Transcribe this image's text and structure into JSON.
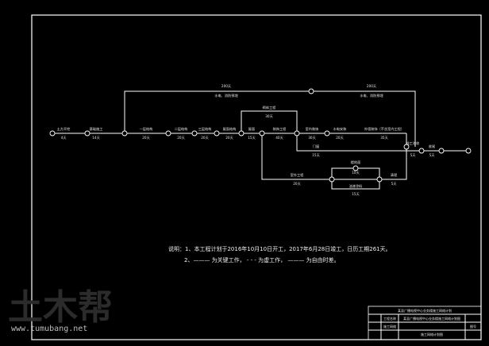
{
  "nodes": [
    "n1",
    "n2",
    "n3",
    "n4",
    "n5",
    "n6",
    "n7",
    "n8",
    "n9",
    "n10",
    "n11",
    "n12",
    "n13",
    "n14",
    "n15",
    "n16"
  ],
  "activities": [
    {
      "id": "a1",
      "top": "土方开挖",
      "bottom": "4天"
    },
    {
      "id": "a2",
      "top": "基础施工",
      "bottom": "14天"
    },
    {
      "id": "a3",
      "top": "一层结构",
      "bottom": "20天"
    },
    {
      "id": "a4",
      "top": "二层结构",
      "bottom": "20天"
    },
    {
      "id": "a5",
      "top": "三层结构",
      "bottom": "20天"
    },
    {
      "id": "a6",
      "top": "屋面结构",
      "bottom": "20天"
    },
    {
      "id": "a7",
      "top": "砌体工程",
      "bottom": "30天"
    },
    {
      "id": "a8",
      "top": "屋面",
      "bottom": "15天"
    },
    {
      "id": "a9",
      "top": "装饰工程",
      "bottom": "40天"
    },
    {
      "id": "a10",
      "top": "室内装饰",
      "bottom": "30天"
    },
    {
      "id": "a11",
      "top": "水电安装",
      "bottom": "20天"
    },
    {
      "id": "a12",
      "top": "外墙装饰（不含室内工程）",
      "bottom": "35天"
    },
    {
      "id": "a13",
      "top": "门窗",
      "bottom": "15天"
    },
    {
      "id": "a14",
      "top": "室外工程",
      "bottom": "20天"
    },
    {
      "id": "a15",
      "top": "楼地面",
      "bottom": "10天"
    },
    {
      "id": "a16",
      "top": "油漆涂料",
      "bottom": "15天"
    },
    {
      "id": "a17",
      "top": "清理",
      "bottom": "5天"
    },
    {
      "id": "a18",
      "top": "竣工验收",
      "bottom": "5天"
    },
    {
      "id": "a19",
      "top": "收尾",
      "bottom": "5天"
    }
  ],
  "top_arcs": [
    {
      "id": "t1",
      "top": "200天",
      "bottom": "水电、消防预埋"
    },
    {
      "id": "t2",
      "top": "200天",
      "bottom": "水电、消防预埋"
    }
  ],
  "notes": {
    "line1": "说明：1、本工程计划于2016年10月10日开工，2017年6月28日竣工，日历工期261天。",
    "line2": "2、——— 为关键工作， - - - 为虚工作， ——— 为自由时差。"
  },
  "title_block": {
    "project": "某县广播电视中心业务楼施工网络计划",
    "row1_label": "工程名称",
    "row1_value": "某县广播电视中心业务楼施工网络计划图",
    "row2_label": "施工网络",
    "row2_value": "施工网络计划图",
    "row3_label": "图号"
  },
  "watermark": {
    "logo": "土木帮",
    "url": "www.tumubang.net"
  },
  "colors": {
    "background": "#000000",
    "lines": "#ffffff",
    "text": "#e6e6e6"
  }
}
